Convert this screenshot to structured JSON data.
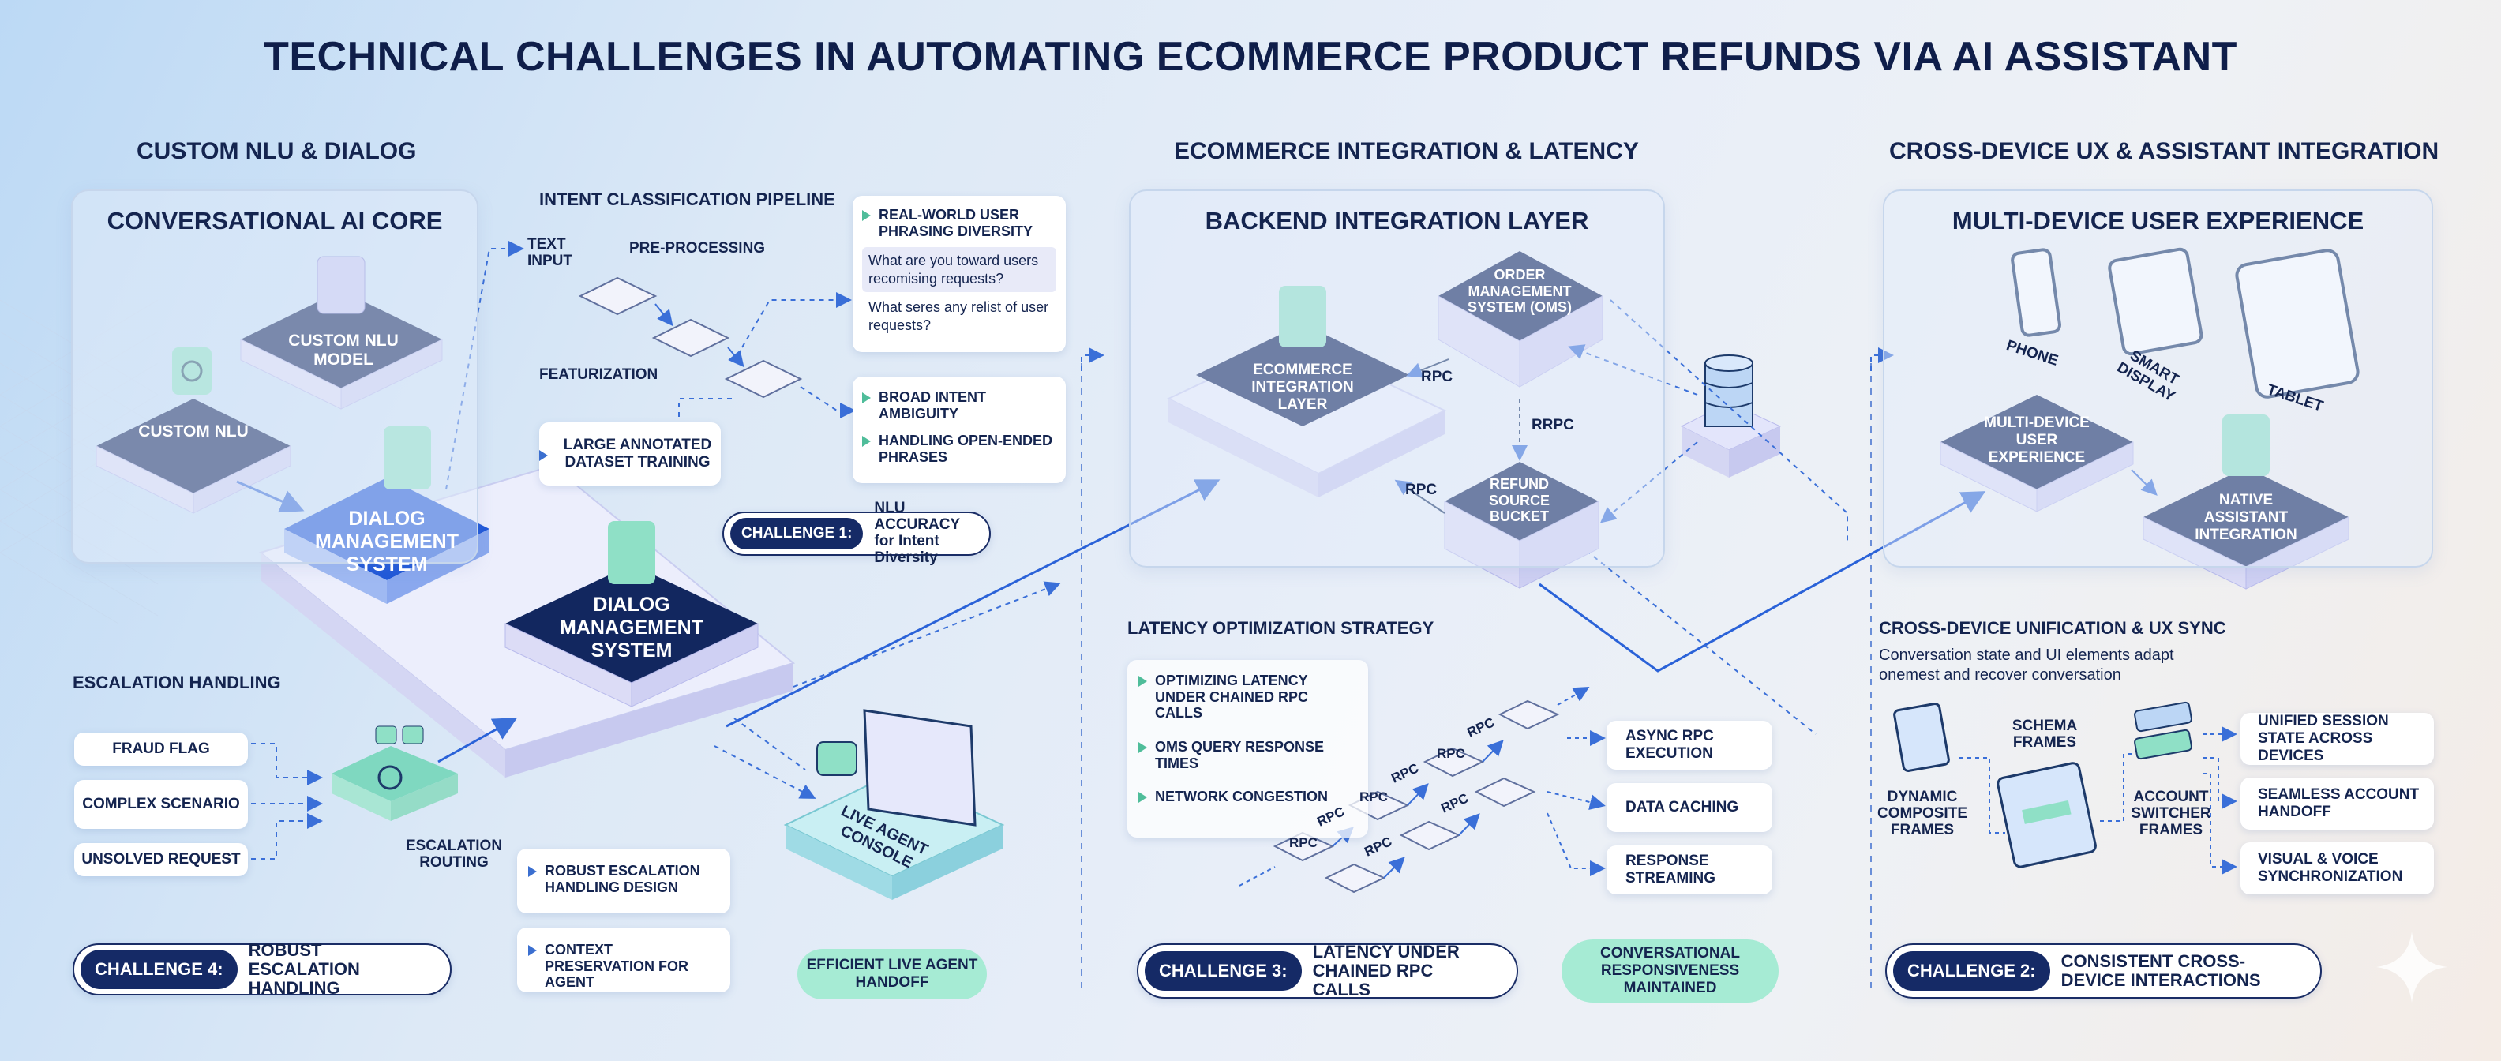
{
  "title": "TECHNICAL CHALLENGES IN AUTOMATING ECOMMERCE PRODUCT REFUNDS VIA AI ASSISTANT",
  "sections": {
    "nlu": "CUSTOM NLU & DIALOG",
    "ecom": "ECOMMERCE INTEGRATION & LATENCY",
    "ux": "CROSS-DEVICE UX & ASSISTANT INTEGRATION"
  },
  "core": {
    "title": "CONVERSATIONAL AI CORE",
    "custom_nlu": "CUSTOM NLU",
    "custom_nlu_model": "CUSTOM NLU MODEL",
    "dialog_1": "DIALOG MANAGEMENT SYSTEM",
    "dialog_2": "DIALOG MANAGEMENT SYSTEM"
  },
  "pipeline": {
    "title": "INTENT CLASSIFICATION PIPELINE",
    "text_input": "TEXT INPUT",
    "preprocessing": "PRE-PROCESSING",
    "featurization": "FEATURIZATION",
    "dataset": "LARGE ANNOTATED DATASET TRAINING",
    "phrasing_title": "REAL-WORLD USER PHRASING DIVERSITY",
    "phrase_1": "What are you toward users recomising requests?",
    "phrase_2": "What seres any relist of user requests?",
    "ambiguity": "BROAD INTENT AMBIGUITY",
    "open_ended": "HANDLING OPEN-ENDED PHRASES"
  },
  "challenge1": {
    "tag": "CHALLENGE 1:",
    "text": "NLU ACCURACY for Intent Diversity"
  },
  "escalation": {
    "title": "ESCALATION HANDLING",
    "fraud": "FRAUD FLAG",
    "complex": "COMPLEX SCENARIO",
    "unsolved": "UNSOLVED REQUEST",
    "routing": "ESCALATION ROUTING",
    "robust": "ROBUST ESCALATION HANDLING DESIGN",
    "context": "CONTEXT PRESERVATION FOR AGENT",
    "console": "LIVE AGENT CONSOLE",
    "handoff": "EFFICIENT LIVE AGENT HANDOFF"
  },
  "challenge4": {
    "tag": "CHALLENGE 4:",
    "text": "ROBUST ESCALATION HANDLING"
  },
  "backend": {
    "title": "BACKEND INTEGRATION LAYER",
    "ecom_layer": "ECOMMERCE INTEGRATION LAYER",
    "oms": "ORDER MANAGEMENT SYSTEM (OMS)",
    "refund": "REFUND SOURCE BUCKET",
    "rpc_a": "RPC",
    "rrpc": "RRPC",
    "rpc_b": "RPC"
  },
  "latency": {
    "title": "LATENCY OPTIMIZATION STRATEGY",
    "items": [
      "OPTIMIZING LATENCY UNDER CHAINED RPC CALLS",
      "OMS QUERY RESPONSE TIMES",
      "NETWORK CONGESTION"
    ],
    "rpc": "RPC",
    "async": "ASYNC RPC EXECUTION",
    "caching": "DATA CACHING",
    "streaming": "RESPONSE STREAMING",
    "responsive": "CONVERSATIONAL RESPONSIVENESS MAINTAINED"
  },
  "challenge3": {
    "tag": "CHALLENGE 3:",
    "text": "LATENCY UNDER CHAINED RPC CALLS"
  },
  "multidevice": {
    "title": "MULTI-DEVICE USER EXPERIENCE",
    "phone": "PHONE",
    "smart_display": "SMART DISPLAY",
    "tablet": "TABLET",
    "mdux": "MULTI-DEVICE USER EXPERIENCE",
    "native": "NATIVE ASSISTANT INTEGRATION"
  },
  "sync": {
    "title": "CROSS-DEVICE UNIFICATION & UX SYNC",
    "desc": "Conversation state and UI elements adapt onemest and recover conversation",
    "dynamic": "DYNAMIC COMPOSITE FRAMES",
    "schema": "SCHEMA FRAMES",
    "account": "ACCOUNT SWITCHER FRAMES",
    "unified": "UNIFIED SESSION STATE ACROSS DEVICES",
    "seamless": "SEAMLESS ACCOUNT HANDOFF",
    "visual": "VISUAL & VOICE SYNCHRONIZATION"
  },
  "challenge2": {
    "tag": "CHALLENGE 2:",
    "text": "CONSISTENT CROSS-DEVICE INTERACTIONS"
  },
  "colors": {
    "navy": "#14244f",
    "blue": "#2a62d8",
    "teal": "#7dd8c0",
    "green_pill": "#a6ebd4",
    "lavender": "#dcdcf6"
  }
}
